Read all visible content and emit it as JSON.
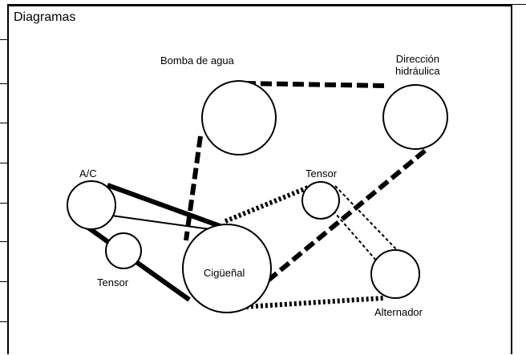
{
  "title": "Diagramas",
  "labels": {
    "water_pump": "Bomba de agua",
    "power_steering_line1": "Dirección",
    "power_steering_line2": "hidráulica",
    "ac": "A/C",
    "tensor_upper": "Tensor",
    "tensor_lower": "Tensor",
    "crankshaft": "Cigüeñal",
    "alternator": "Alternador"
  },
  "belt_styles": {
    "ac_belt": "solid",
    "main_belt": "dashed",
    "alternator_belt": "dotted"
  }
}
